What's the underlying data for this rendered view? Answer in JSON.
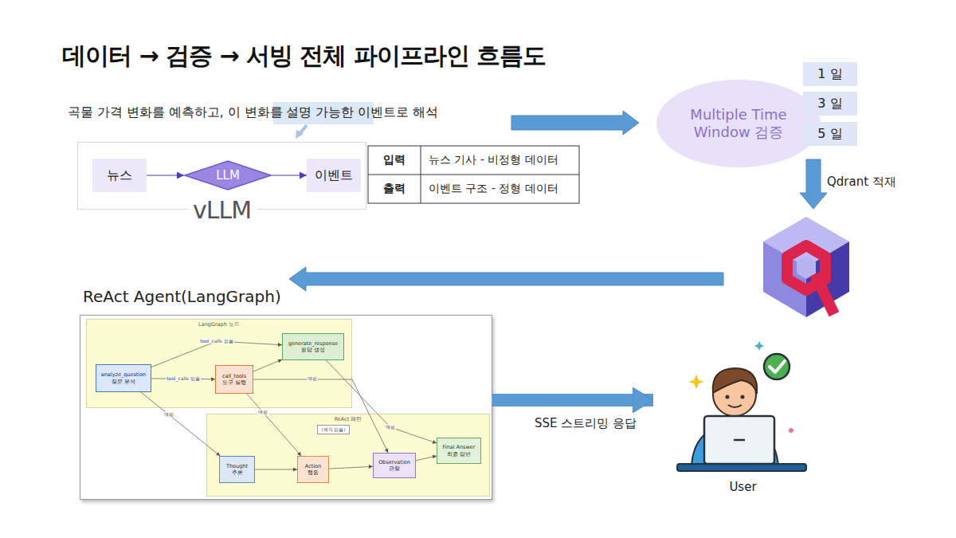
{
  "diagram": {
    "title": "데이터 → 검증 → 서빙 전체 파이프라인 흐름도",
    "nodes": [
      {
        "text": [
          "vLLM"
        ]
      },
      {
        "text": [
          "뉴스"
        ],
        "in": 0
      },
      {
        "text": [
          "LLM"
        ],
        "in": 0
      },
      {
        "text": [
          "이벤트"
        ],
        "in": 0
      },
      {
        "text": [
          "Multiple Time Window 검증"
        ]
      },
      {
        "text": [
          "1 일"
        ]
      },
      {
        "text": [
          "3 일"
        ]
      },
      {
        "text": [
          "5 일"
        ]
      },
      {
        "text": [
          "ReAct Agent(LangGraph)"
        ]
      },
      {
        "text": [
          "LangGraph 노드"
        ],
        "in": 8
      },
      {
        "text": [
          "analyze_question",
          "질문 분석"
        ],
        "in": 9
      },
      {
        "text": [
          "call_tools",
          "도구 실행"
        ],
        "in": 9
      },
      {
        "text": [
          "generate_response",
          "응답 생성"
        ],
        "in": 9
      },
      {
        "text": [
          "ReAct 패턴"
        ],
        "in": 8
      },
      {
        "text": [
          "(제목 없음)"
        ],
        "in": 13
      },
      {
        "text": [
          "Thought",
          "추론"
        ],
        "in": 13
      },
      {
        "text": [
          "Action",
          "행동"
        ],
        "in": 13
      },
      {
        "text": [
          "Observation",
          "관찰"
        ],
        "in": 13
      },
      {
        "text": [
          "Final Answer",
          "최종 답변"
        ],
        "in": 13
      },
      {
        "text": [
          "User"
        ]
      }
    ],
    "edges": [
      {
        "from": 1,
        "to": 2,
        "arrow": "to"
      },
      {
        "from": 2,
        "to": 3,
        "arrow": "to"
      },
      {
        "from": 10,
        "to": 12,
        "label": "tool_calls 없음",
        "arrow": "to"
      },
      {
        "from": 10,
        "to": 11,
        "label": "tool_calls 있음",
        "arrow": "to"
      },
      {
        "from": 11,
        "to": 12,
        "arrow": "to"
      },
      {
        "from": 10,
        "to": 15,
        "label": "매핑",
        "arrow": "to"
      },
      {
        "from": 11,
        "to": 16,
        "label": "매핑",
        "arrow": "to"
      },
      {
        "from": 11,
        "to": 17,
        "label": "매핑",
        "arrow": "to"
      },
      {
        "from": 12,
        "to": 18,
        "label": "매핑",
        "arrow": "to"
      },
      {
        "from": 15,
        "to": 16,
        "arrow": "to"
      },
      {
        "from": 16,
        "to": 17,
        "arrow": "to"
      },
      {
        "from": 17,
        "to": 18,
        "arrow": "to"
      },
      {
        "from": 8,
        "to": 19,
        "label": "SSE 스트리밍 응답",
        "arrow": "to"
      }
    ],
    "labels": [
      "곡물 가격 변화를 예측하고, 이 변화를 설명 가능한 이벤트로 해석",
      "입력",
      "뉴스 기사 - 비정형 데이터",
      "출력",
      "이벤트 구조 - 정형 데이터",
      "Qdrant 적재"
    ]
  }
}
